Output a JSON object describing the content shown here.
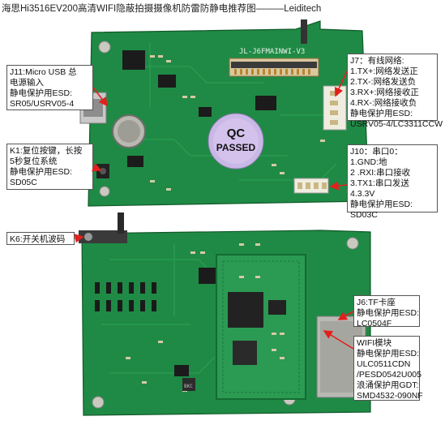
{
  "title": "海思Hi3516EV200高清WIFI隐蔽拍摄摄像机防雷防静电推荐图———Leiditech",
  "boards": {
    "top": {
      "silkscreen": "JL-J6FMAINWI-V3",
      "sticker_line1": "QC",
      "sticker_line2": "PASSED"
    },
    "bottom": {
      "chip_mark": "BKC"
    }
  },
  "labels": {
    "j11": {
      "lines": [
        "J11:Micro USB 总",
        "电源输入",
        "静电保护用ESD:",
        "SR05/USRV05-4"
      ]
    },
    "k1": {
      "lines": [
        "K1:复位按键，长按",
        "5秒复位系统",
        "静电保护用ESD:",
        "SD05C"
      ]
    },
    "j7": {
      "lines": [
        "J7：有线网络:",
        "1.TX+:网络发送正",
        "2.TX-:网络发送负",
        "3.RX+:网络接收正",
        "4.RX-:网络接收负",
        "静电保护用ESD:",
        "USRV05-4/LC3311CCW"
      ]
    },
    "j10": {
      "lines": [
        "J10：串口0：",
        "1.GND:地",
        "2 .RXI:串口接收",
        "3.TX1:串口发送",
        "4.3.3V",
        "静电保护用ESD:",
        "SD03C"
      ]
    },
    "k6": {
      "lines": [
        "K6:开关机波码"
      ]
    },
    "j6": {
      "lines": [
        "J6:TF卡座",
        "静电保护用ESD:",
        "LC0504F"
      ]
    },
    "wifi": {
      "lines": [
        "WIFI模块",
        "静电保护用ESD:",
        "ULC0511CDN",
        "/PESD0542U005",
        "浪涌保护用GDT:",
        "SMD4532-090NF"
      ]
    }
  },
  "colors": {
    "pcb": "#1f8a45",
    "pcb_dark": "#146b33",
    "arrow": "#e3201b",
    "border": "#555555"
  }
}
